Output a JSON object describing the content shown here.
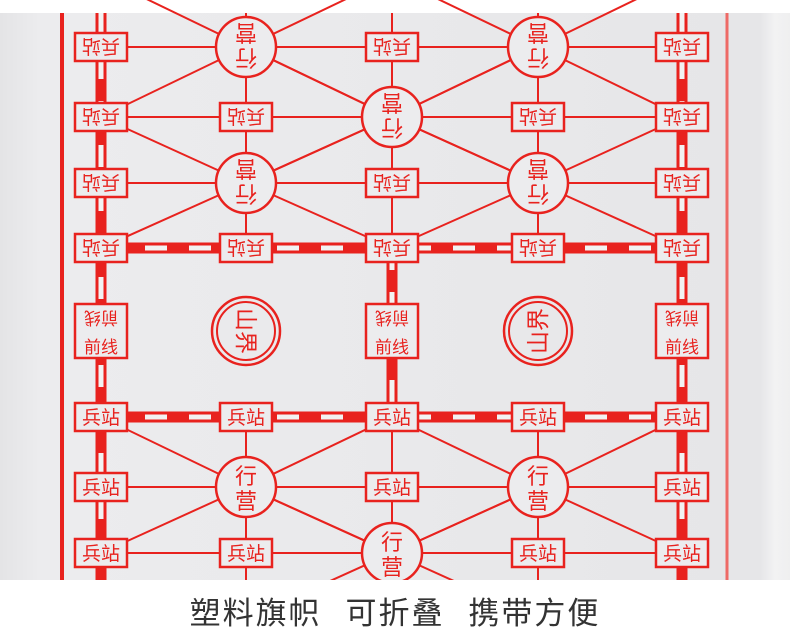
{
  "labels": {
    "station": "兵站",
    "camp_top": "行",
    "camp_bottom": "营",
    "front": "前线",
    "mountain": "山界"
  },
  "caption": [
    "塑料旗帜",
    "可折叠",
    "携带方便"
  ],
  "colors": {
    "red": "#e8221e",
    "background": "#e9e9eb",
    "caption": "#333333"
  },
  "board_rows": [
    {
      "orientation": "flipped",
      "nodes": [
        "station",
        "camp",
        "station",
        "camp",
        "station"
      ]
    },
    {
      "orientation": "flipped",
      "nodes": [
        "station",
        "station",
        "camp",
        "station",
        "station"
      ]
    },
    {
      "orientation": "flipped",
      "nodes": [
        "station",
        "camp",
        "station",
        "camp",
        "station"
      ]
    },
    {
      "orientation": "flipped",
      "nodes": [
        "station",
        "station",
        "station",
        "station",
        "station"
      ],
      "railroad": true
    },
    {
      "orientation": "mixed",
      "nodes": [
        "front",
        "mountain",
        "front",
        "mountain",
        "front"
      ]
    },
    {
      "orientation": "upright",
      "nodes": [
        "station",
        "station",
        "station",
        "station",
        "station"
      ],
      "railroad": true
    },
    {
      "orientation": "upright",
      "nodes": [
        "station",
        "camp",
        "station",
        "camp",
        "station"
      ]
    },
    {
      "orientation": "upright",
      "nodes": [
        "station",
        "station",
        "camp",
        "station",
        "station"
      ]
    }
  ]
}
